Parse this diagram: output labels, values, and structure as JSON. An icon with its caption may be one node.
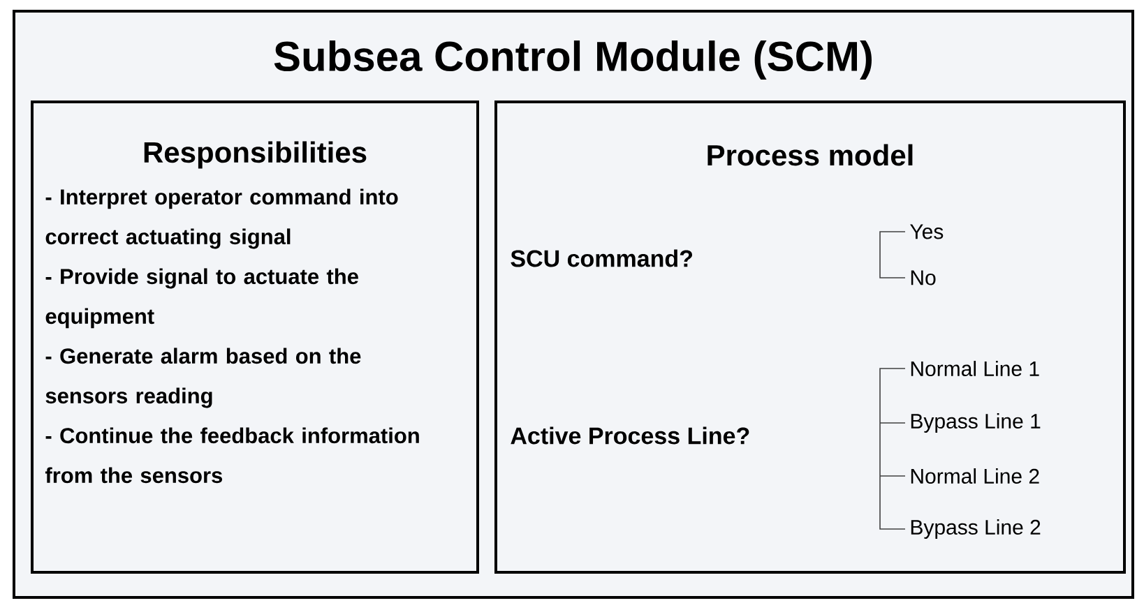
{
  "diagram": {
    "nodes": [
      {
        "text": [
          "Subsea Control Module (SCM)"
        ]
      },
      {
        "text": [
          "Responsibilities",
          "- Interpret operator command into correct actuating signal",
          "- Provide signal to actuate the equipment",
          "- Generate alarm based on the sensors reading",
          "- Continue the feedback information from the sensors"
        ],
        "in": 0
      },
      {
        "text": [
          "Process model"
        ],
        "in": 0
      }
    ],
    "labels": [
      "SCU command?",
      "Yes",
      "No",
      "Active Process Line?",
      "Normal Line 1",
      "Bypass Line 1",
      "Normal Line 2",
      "Bypass Line 2"
    ]
  }
}
